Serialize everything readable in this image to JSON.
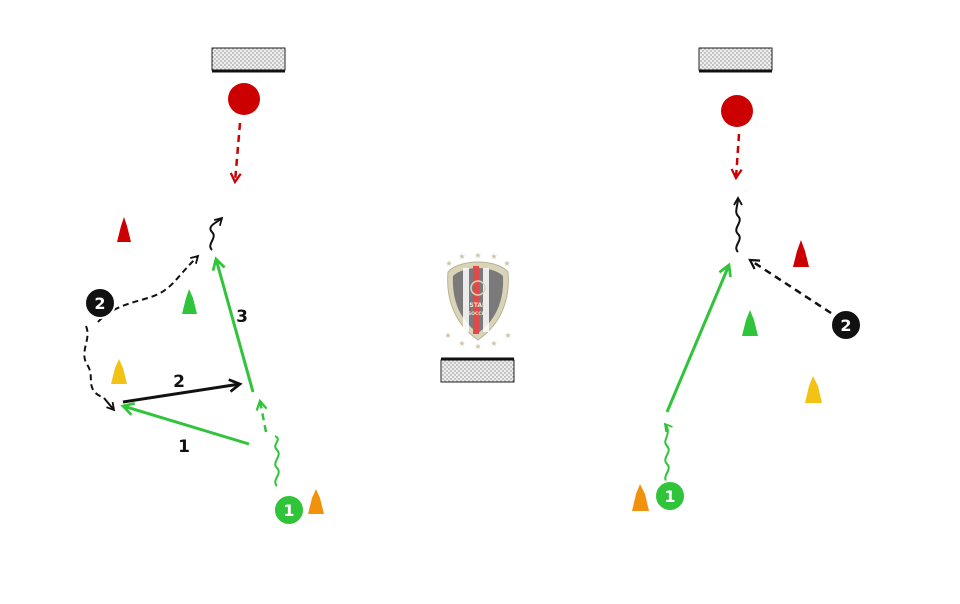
{
  "colors": {
    "green": "#2fc43a",
    "red": "#cc0000",
    "black": "#111111",
    "orange": "#f2920c",
    "yellow": "#f2c315"
  },
  "logo": {
    "line1": "STAR",
    "line2": "SOCCER"
  },
  "left_drill": {
    "player_green_label": "1",
    "player_black_label": "2",
    "pass_labels": [
      "1",
      "2",
      "3"
    ]
  },
  "right_drill": {
    "player_green_label": "1",
    "player_black_label": "2"
  }
}
